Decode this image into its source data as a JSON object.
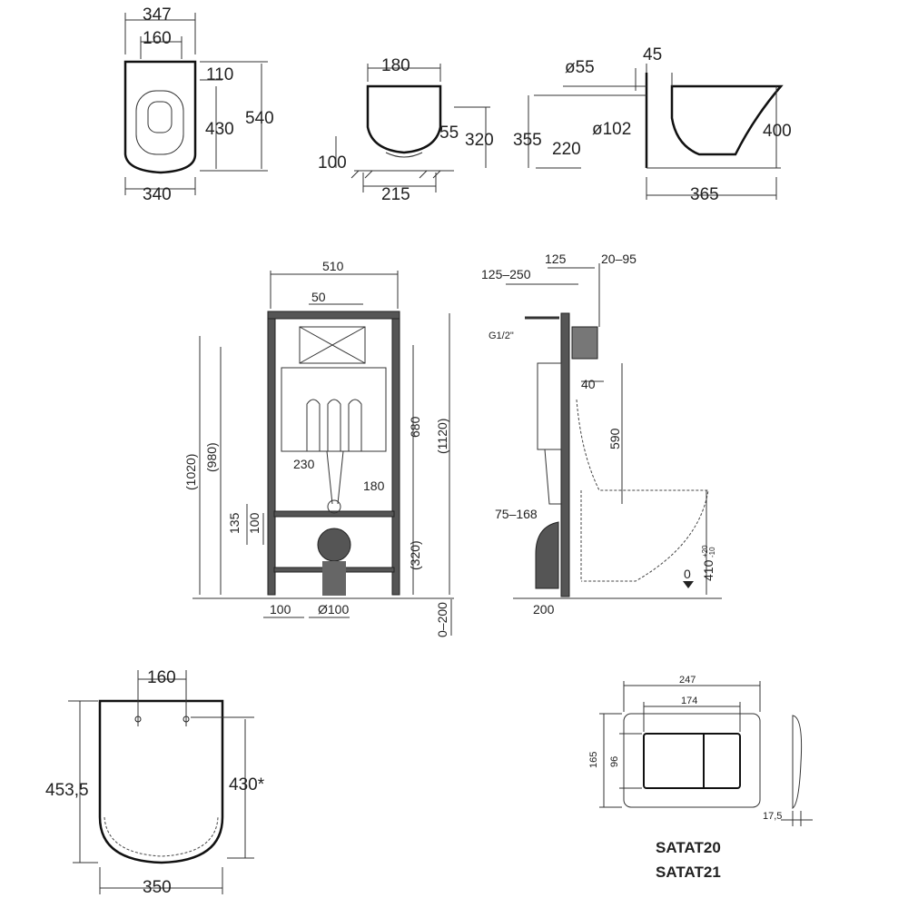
{
  "top_views": {
    "front": {
      "w_top": "347",
      "hole_spacing": "160",
      "seat_offset": "110",
      "total_length": "540",
      "bowl_length": "430",
      "w_bottom": "340"
    },
    "rear": {
      "width": "180",
      "d55": "55",
      "h320": "320",
      "h100": "100",
      "w215": "215"
    },
    "side": {
      "pipe_diam": "ø55",
      "offset": "45",
      "outlet_diam": "ø102",
      "h355": "355",
      "h220": "220",
      "h400": "400",
      "depth": "365"
    }
  },
  "frame_front": {
    "width": "510",
    "offset50": "50",
    "h1020": "(1020)",
    "h980": "(980)",
    "h680": "680",
    "h1120": "(1120)",
    "w230": "230",
    "w180": "180",
    "h135": "135",
    "h100": "100",
    "h320": "(320)",
    "foot100": "100",
    "outlet": "Ø100",
    "adj": "0–200"
  },
  "frame_side": {
    "d125": "125",
    "d20_95": "20–95",
    "d125_250": "125–250",
    "inlet": "G1/2\"",
    "d40": "40",
    "h590": "590",
    "d75_168": "75–168",
    "h410": "410",
    "tol_plus": "+20",
    "tol_minus": "-10",
    "zero": "0",
    "d200": "200"
  },
  "seat": {
    "hole_spacing": "160",
    "length": "453,5",
    "inner_length": "430*",
    "width": "350"
  },
  "flush_plate": {
    "width": "247",
    "button_width": "174",
    "height": "165",
    "button_height": "96",
    "thickness": "17,5",
    "models": [
      "SATAT20",
      "SATAT21"
    ]
  }
}
